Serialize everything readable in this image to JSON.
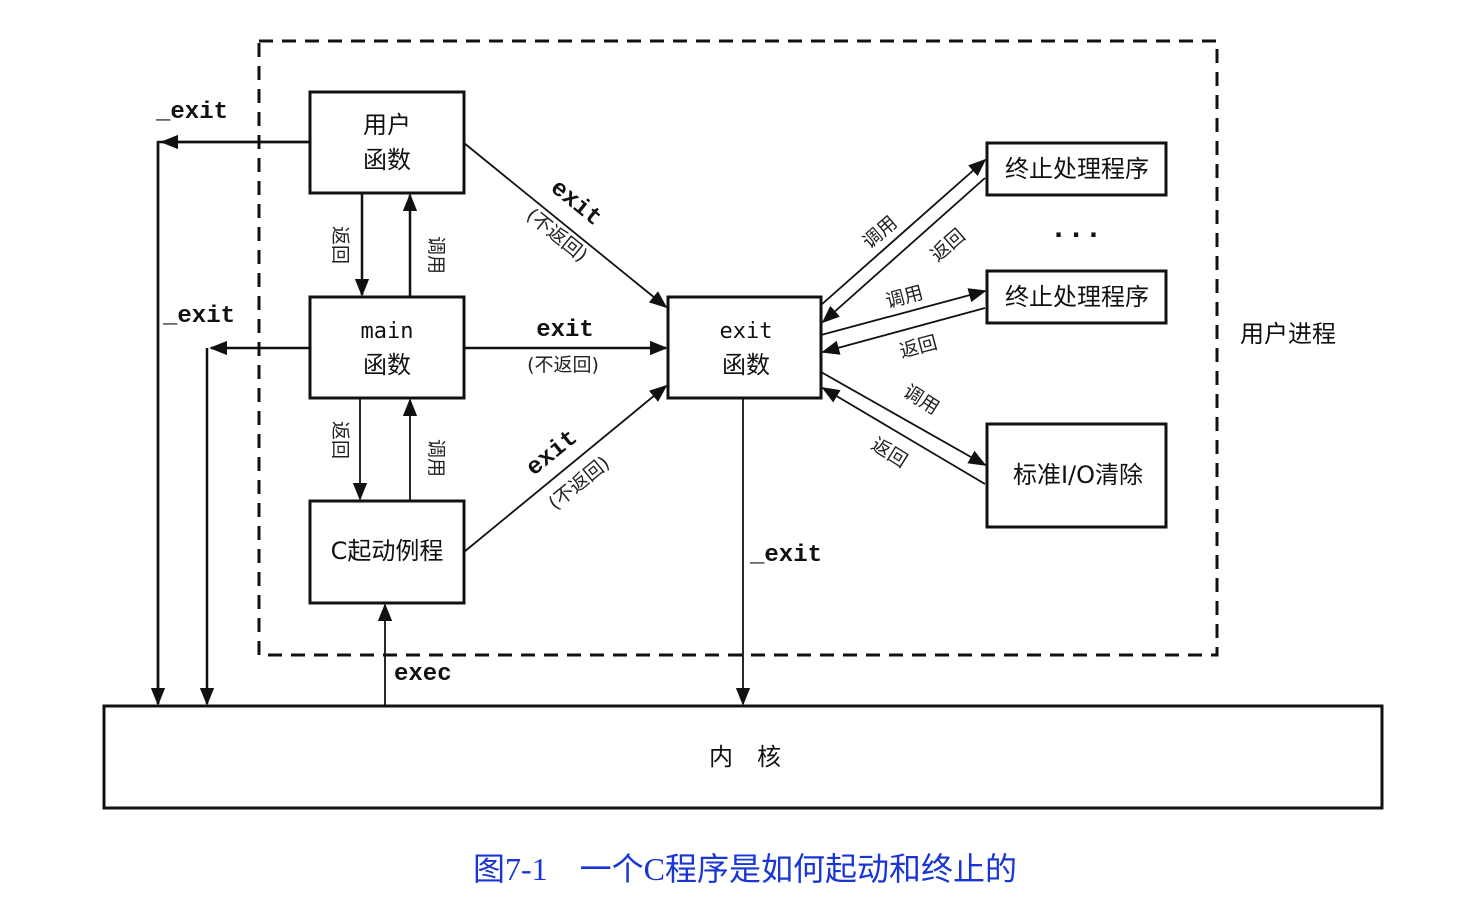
{
  "diagram": {
    "boxes": {
      "user_func": {
        "line1": "用户",
        "line2": "函数"
      },
      "main_func": {
        "line1": "main",
        "line2": "函数"
      },
      "c_startup": {
        "label": "C起动例程"
      },
      "exit_func": {
        "line1": "exit",
        "line2": "函数"
      },
      "handler1": {
        "label": "终止处理程序"
      },
      "handler2": {
        "label": "终止处理程序"
      },
      "stdio_cleanup": {
        "label": "标准I/O清除"
      },
      "kernel": {
        "label": "内　核"
      }
    },
    "region_label": "用户进程",
    "ellipsis": "·  ·  ·",
    "edge_labels": {
      "exit_user": "_exit",
      "exit_main": "_exit",
      "exit_bottom": "_exit",
      "exit": "exit",
      "no_return": "(不返回)",
      "return": "返回",
      "call": "调用",
      "exec": "exec"
    },
    "caption": "图7-1　一个C程序是如何起动和终止的"
  },
  "colors": {
    "caption": "#1a35d6",
    "line": "#111111"
  }
}
